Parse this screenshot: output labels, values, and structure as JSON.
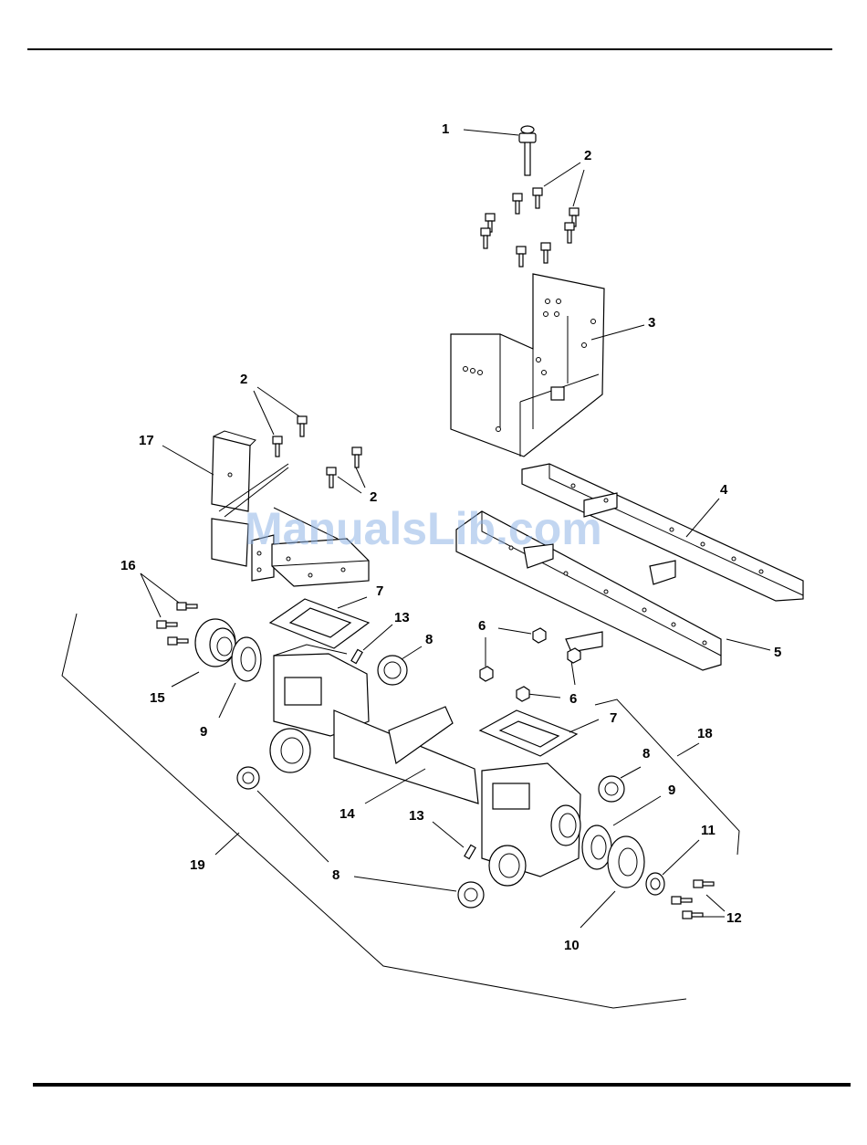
{
  "watermark": "ManualsLib.com",
  "callouts": {
    "c1": "1",
    "c2a": "2",
    "c2b": "2",
    "c2c": "2",
    "c3": "3",
    "c4": "4",
    "c5": "5",
    "c6a": "6",
    "c6b": "6",
    "c7a": "7",
    "c7b": "7",
    "c8a": "8",
    "c8b": "8",
    "c8c": "8",
    "c9a": "9",
    "c9b": "9",
    "c10": "10",
    "c11": "11",
    "c12": "12",
    "c13a": "13",
    "c13b": "13",
    "c14": "14",
    "c15": "15",
    "c16": "16",
    "c17": "17",
    "c18": "18",
    "c19": "19"
  }
}
